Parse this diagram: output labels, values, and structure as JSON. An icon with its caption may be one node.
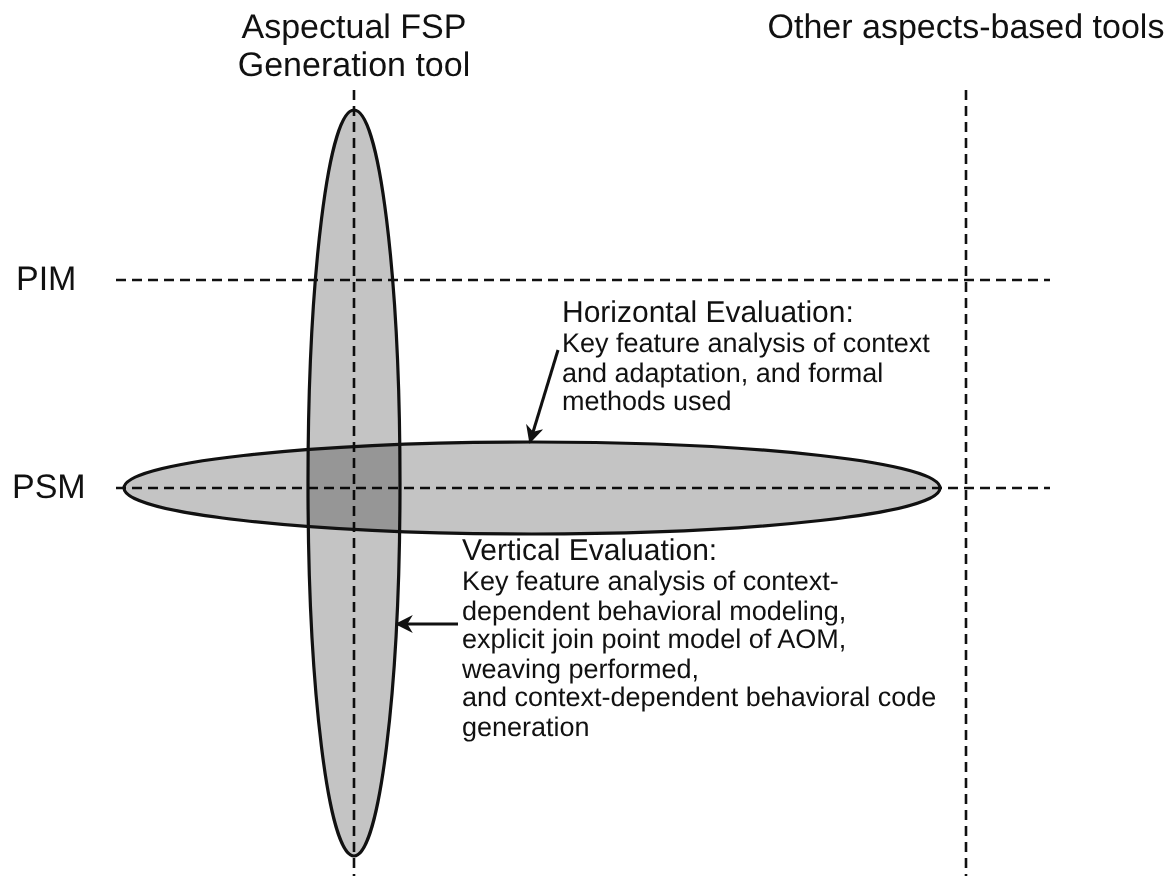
{
  "diagram": {
    "nodes": [
      {
        "text": [],
        "shape": "ellipse"
      },
      {
        "text": [],
        "shape": "ellipse"
      },
      {
        "text": [
          "Horizontal Evaluation:",
          "Key feature analysis of context and adaptation, and formal methods used"
        ]
      },
      {
        "text": [
          "Vertical Evaluation:",
          "Key feature analysis of context-dependent behavioral modeling,",
          "explicit join point model of AOM,",
          "weaving performed,",
          "and context-dependent behavioral code generation"
        ]
      }
    ],
    "edges": [
      {
        "from": 2,
        "to": 1,
        "arrow": "to"
      },
      {
        "from": 3,
        "to": 0,
        "arrow": "to"
      }
    ],
    "labels": [
      "Aspectual FSP Generation tool",
      "Other aspects-based tools",
      "PIM",
      "PSM"
    ]
  }
}
